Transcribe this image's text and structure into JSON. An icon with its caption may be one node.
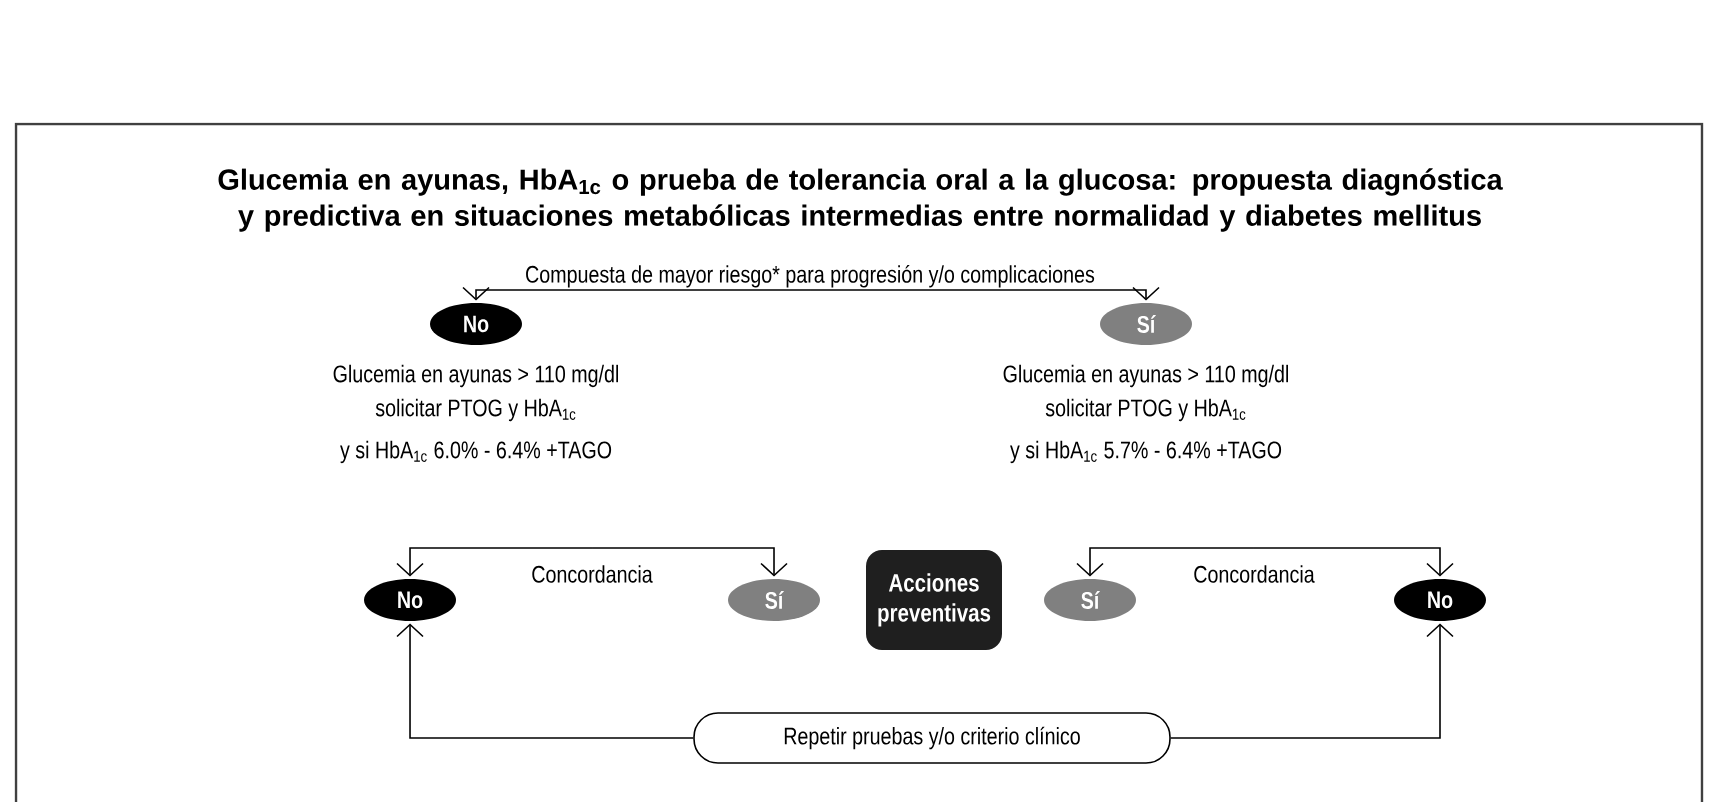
{
  "diagram": {
    "title": "Glucemia en ayunas, HbA$_{1c}$ o prueba de tolerancia oral a la glucosa: propuesta diagnóstica y predictiva en situaciones metabólicas intermedias entre normalidad y diabetes mellitus",
    "nodes": [
      {
        "text": [
          "Compuesta de mayor riesgo* para progresión y/o complicaciones"
        ]
      },
      {
        "text": [
          "No"
        ],
        "beside": [
          "Glucemia en ayunas > 110 mg/dl",
          "solicitar PTOG y HbA$_{1c}$",
          "y si HbA$_{1c}$ 6.0% - 6.4% +TAGO"
        ]
      },
      {
        "text": [
          "Sí"
        ],
        "beside": [
          "Glucemia en ayunas > 110 mg/dl",
          "solicitar PTOG y HbA$_{1c}$",
          "y si HbA$_{1c}$ 5.7% - 6.4% +TAGO"
        ]
      },
      {
        "text": [
          "No"
        ]
      },
      {
        "text": [
          "Sí"
        ]
      },
      {
        "text": [
          "Acciones preventivas"
        ]
      },
      {
        "text": [
          "Sí"
        ]
      },
      {
        "text": [
          "No"
        ]
      },
      {
        "text": [
          "Repetir pruebas y/o criterio clínico"
        ]
      }
    ],
    "edges": [
      {
        "from": 0,
        "to": 1,
        "arrow": "to"
      },
      {
        "from": 0,
        "to": 2,
        "arrow": "to"
      },
      {
        "from": null,
        "to": 3,
        "arrow": "to"
      },
      {
        "from": null,
        "to": 4,
        "arrow": "to"
      },
      {
        "from": null,
        "to": 6,
        "arrow": "to"
      },
      {
        "from": null,
        "to": 7,
        "arrow": "to"
      },
      {
        "from": 8,
        "to": 3,
        "arrow": "to"
      },
      {
        "from": 8,
        "to": 7,
        "arrow": "to"
      }
    ],
    "labels": [
      "Concordancia",
      "Concordancia"
    ]
  }
}
